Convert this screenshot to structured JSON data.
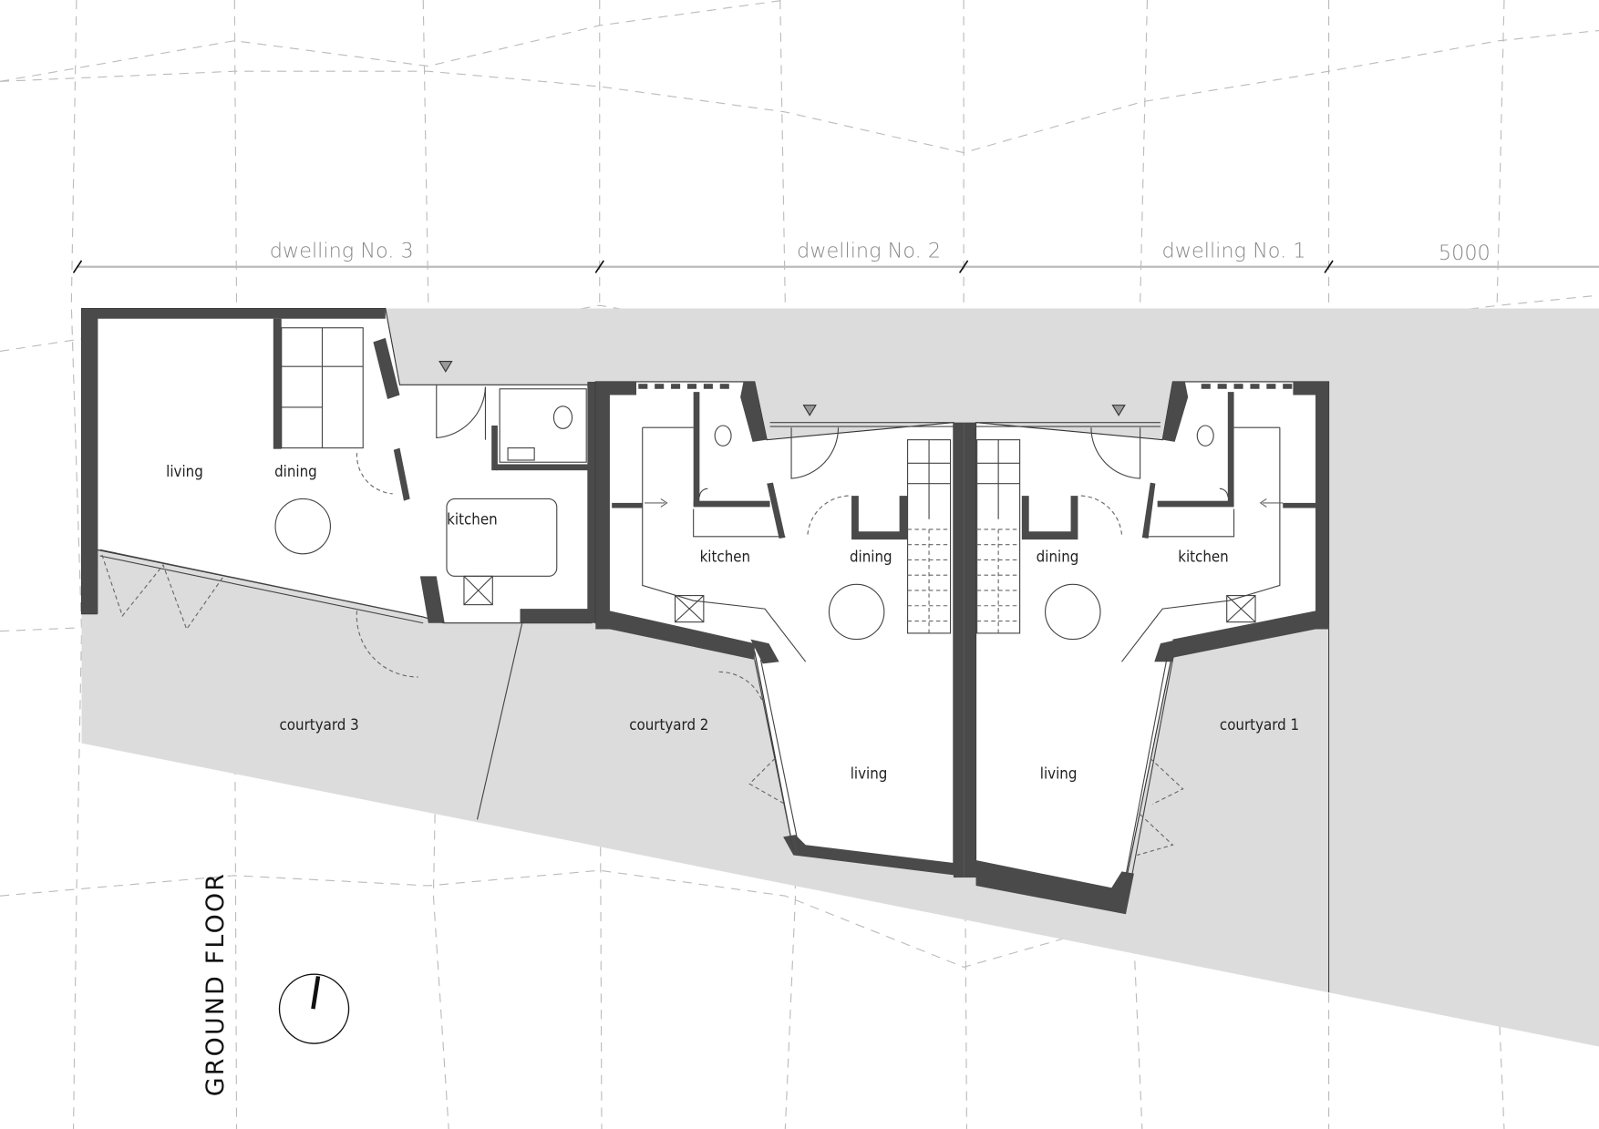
{
  "dimensions": {
    "dwelling_3": "dwelling No. 3",
    "dwelling_2": "dwelling No. 2",
    "dwelling_1": "dwelling No. 1",
    "extra": "5000"
  },
  "rooms": {
    "d3_living": "living",
    "d3_dining": "dining",
    "d3_kitchen": "kitchen",
    "d2_kitchen": "kitchen",
    "d2_dining": "dining",
    "d2_living": "living",
    "d1_dining": "dining",
    "d1_kitchen": "kitchen",
    "d1_living": "living",
    "courtyard_3": "courtyard 3",
    "courtyard_2": "courtyard 2",
    "courtyard_1": "courtyard 1"
  },
  "title": "GROUND FLOOR",
  "colors": {
    "site": "#dcdcdc",
    "wall": "#4a4a4a",
    "grid": "#bbbbbb"
  }
}
